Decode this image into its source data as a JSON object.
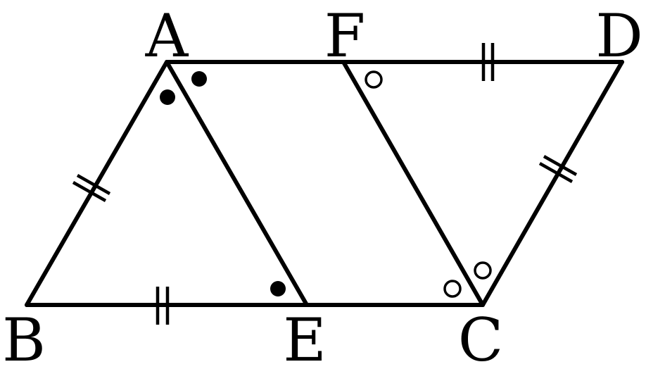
{
  "figure": {
    "vertices": [
      {
        "id": "A",
        "label": "A"
      },
      {
        "id": "F",
        "label": "F"
      },
      {
        "id": "D",
        "label": "D"
      },
      {
        "id": "B",
        "label": "B"
      },
      {
        "id": "E",
        "label": "E"
      },
      {
        "id": "C",
        "label": "C"
      }
    ],
    "segments": [
      {
        "id": "AD",
        "from": "A",
        "to": "D"
      },
      {
        "id": "DC",
        "from": "D",
        "to": "C"
      },
      {
        "id": "BC",
        "from": "B",
        "to": "C"
      },
      {
        "id": "AB",
        "from": "A",
        "to": "B"
      },
      {
        "id": "AE",
        "from": "A",
        "to": "E"
      },
      {
        "id": "FC",
        "from": "F",
        "to": "C"
      }
    ],
    "equal_marks": [
      {
        "segment": "AB",
        "count": 2
      },
      {
        "segment": "BE",
        "count": 2
      },
      {
        "segment": "FD",
        "count": 2
      },
      {
        "segment": "DC",
        "count": 2
      }
    ],
    "angle_marks": [
      {
        "vertex": "A",
        "between": [
          "A",
          "B"
        ],
        "style": "filled-dot"
      },
      {
        "vertex": "A",
        "between": [
          "A",
          "D"
        ],
        "style": "filled-dot"
      },
      {
        "vertex": "E",
        "between": [
          "E",
          "A"
        ],
        "style": "filled-dot"
      },
      {
        "vertex": "F",
        "between": [
          "F",
          "C"
        ],
        "style": "open-circle"
      },
      {
        "vertex": "C",
        "between": [
          "C",
          "F"
        ],
        "style": "open-circle"
      },
      {
        "vertex": "C",
        "between": [
          "C",
          "D"
        ],
        "style": "open-circle"
      }
    ],
    "colors": {
      "stroke": "#000000",
      "background": "#ffffff"
    }
  }
}
